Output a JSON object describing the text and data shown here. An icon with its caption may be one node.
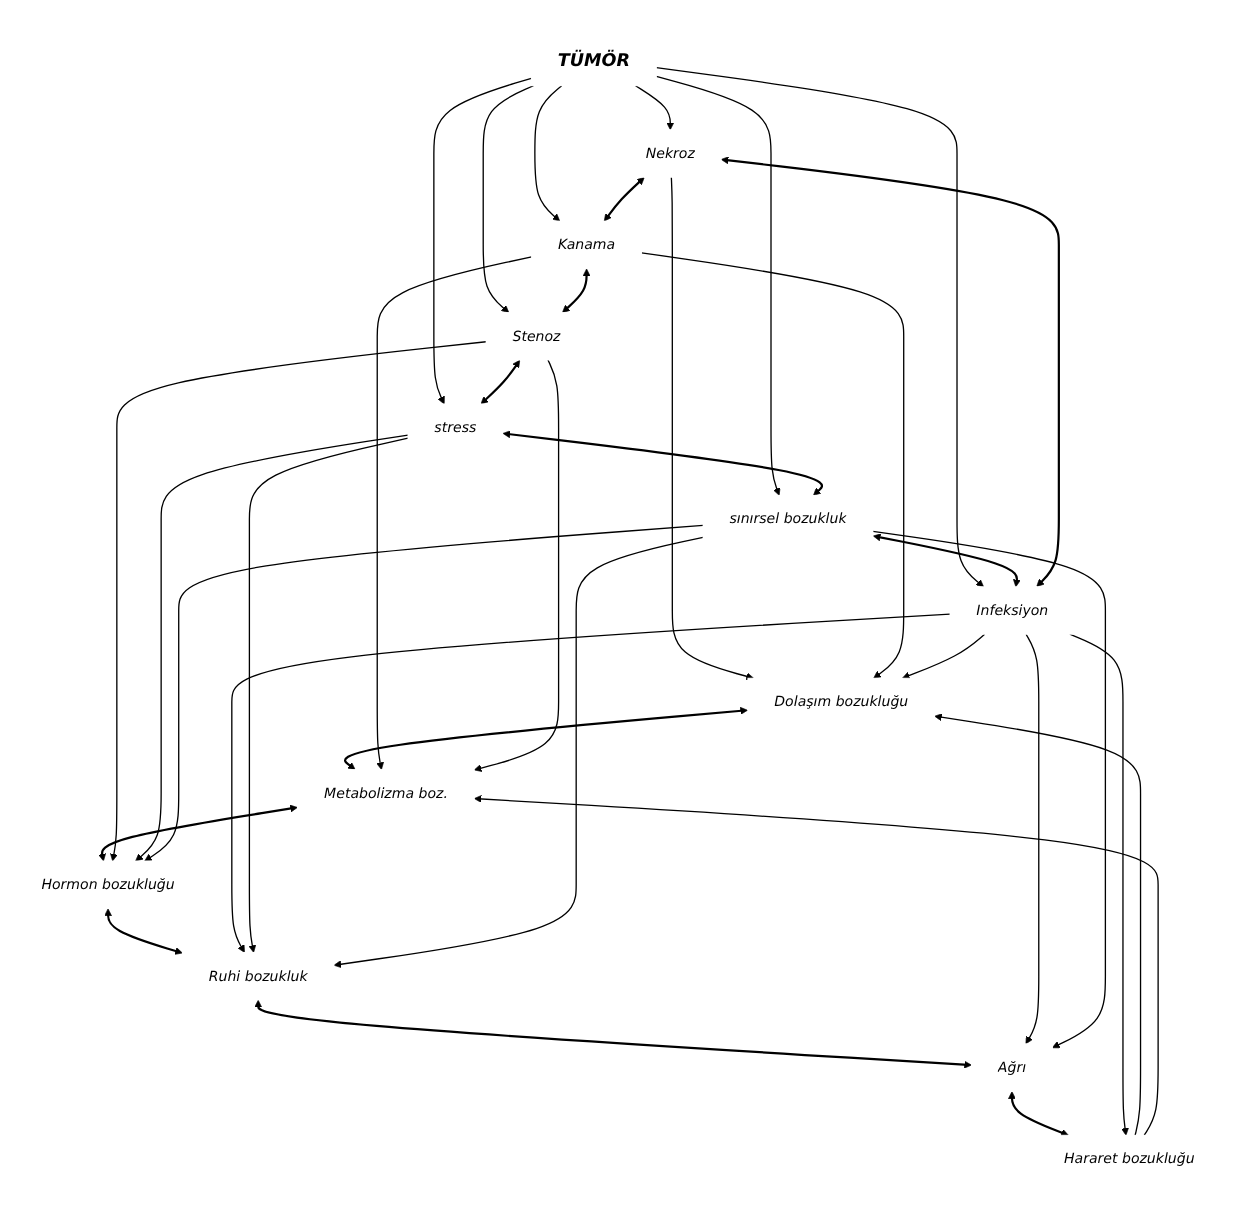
{
  "diagram": {
    "nodes": [
      {
        "text": [
          "TÜMÖR"
        ]
      },
      {
        "text": [
          "Nekroz"
        ]
      },
      {
        "text": [
          "Kanama"
        ]
      },
      {
        "text": [
          "Stenoz"
        ]
      },
      {
        "text": [
          "stress"
        ]
      },
      {
        "text": [
          "sınırsel bozukluk"
        ]
      },
      {
        "text": [
          "Infeksiyon"
        ]
      },
      {
        "text": [
          "Dolaşım bozukluğu"
        ]
      },
      {
        "text": [
          "Metabolizma boz."
        ]
      },
      {
        "text": [
          "Hormon bozukluğu"
        ]
      },
      {
        "text": [
          "Ruhi bozukluk"
        ]
      },
      {
        "text": [
          "Ağrı"
        ]
      },
      {
        "text": [
          "Hararet bozukluğu"
        ]
      }
    ],
    "edges": [
      {
        "from": 0,
        "to": 1,
        "arrow": "to"
      },
      {
        "from": 0,
        "to": 2,
        "arrow": "to"
      },
      {
        "from": 0,
        "to": 3,
        "arrow": "to"
      },
      {
        "from": 0,
        "to": 4,
        "arrow": "to"
      },
      {
        "from": 0,
        "to": 5,
        "arrow": "to"
      },
      {
        "from": 0,
        "to": 6,
        "arrow": "to"
      },
      {
        "from": 1,
        "to": 2,
        "arrow": "both"
      },
      {
        "from": 2,
        "to": 3,
        "arrow": "both"
      },
      {
        "from": 3,
        "to": 4,
        "arrow": "both"
      },
      {
        "from": 4,
        "to": 5,
        "arrow": "both"
      },
      {
        "from": 5,
        "to": 6,
        "arrow": "both"
      },
      {
        "from": 6,
        "to": 1,
        "arrow": "both"
      },
      {
        "from": 7,
        "to": 8,
        "arrow": "both"
      },
      {
        "from": 8,
        "to": 9,
        "arrow": "both"
      },
      {
        "from": 9,
        "to": 10,
        "arrow": "both"
      },
      {
        "from": 10,
        "to": 11,
        "arrow": "both"
      },
      {
        "from": 11,
        "to": 12,
        "arrow": "both"
      },
      {
        "from": 12,
        "to": 7,
        "arrow": "to"
      },
      {
        "from": 1,
        "to": 7,
        "arrow": "to"
      },
      {
        "from": 2,
        "to": 7,
        "arrow": "to"
      },
      {
        "from": 2,
        "to": 8,
        "arrow": "to"
      },
      {
        "from": 12,
        "to": 8,
        "arrow": "to"
      },
      {
        "from": 6,
        "to": 7,
        "arrow": "to"
      },
      {
        "from": 6,
        "to": 12,
        "arrow": "to"
      },
      {
        "from": 6,
        "to": 11,
        "arrow": "to"
      },
      {
        "from": 6,
        "to": 10,
        "arrow": "to"
      },
      {
        "from": 3,
        "to": 8,
        "arrow": "to"
      },
      {
        "from": 3,
        "to": 9,
        "arrow": "to"
      },
      {
        "from": 4,
        "to": 9,
        "arrow": "to"
      },
      {
        "from": 4,
        "to": 10,
        "arrow": "to"
      },
      {
        "from": 5,
        "to": 11,
        "arrow": "to"
      },
      {
        "from": 5,
        "to": 10,
        "arrow": "to"
      },
      {
        "from": 5,
        "to": 9,
        "arrow": "to"
      }
    ]
  }
}
